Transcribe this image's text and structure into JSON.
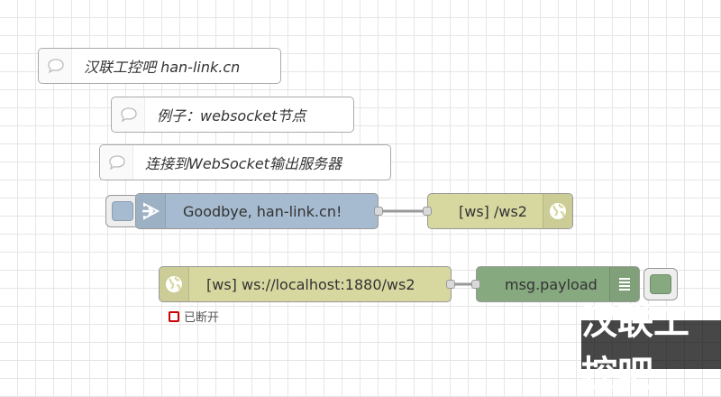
{
  "comments": [
    {
      "label": "汉联工控吧 han-link.cn"
    },
    {
      "label": "例子：websocket节点"
    },
    {
      "label": "连接到WebSocket输出服务器"
    }
  ],
  "inject_node": {
    "label": "Goodbye, han-link.cn!",
    "color": "#a6bbcf",
    "icon": "arrow-in-icon"
  },
  "ws_out_node": {
    "label": "[ws] /ws2",
    "color": "#d7d7a0",
    "icon": "globe-icon"
  },
  "ws_in_node": {
    "label": "[ws] ws://localhost:1880/ws2",
    "color": "#d7d7a0",
    "icon": "globe-icon",
    "status": "已断开",
    "status_color": "#cc0000"
  },
  "debug_node": {
    "label": "msg.payload",
    "color": "#87a980",
    "icon": "list-icon"
  },
  "wire_color": "#999999",
  "watermark": {
    "text": "汉联工控吧"
  }
}
